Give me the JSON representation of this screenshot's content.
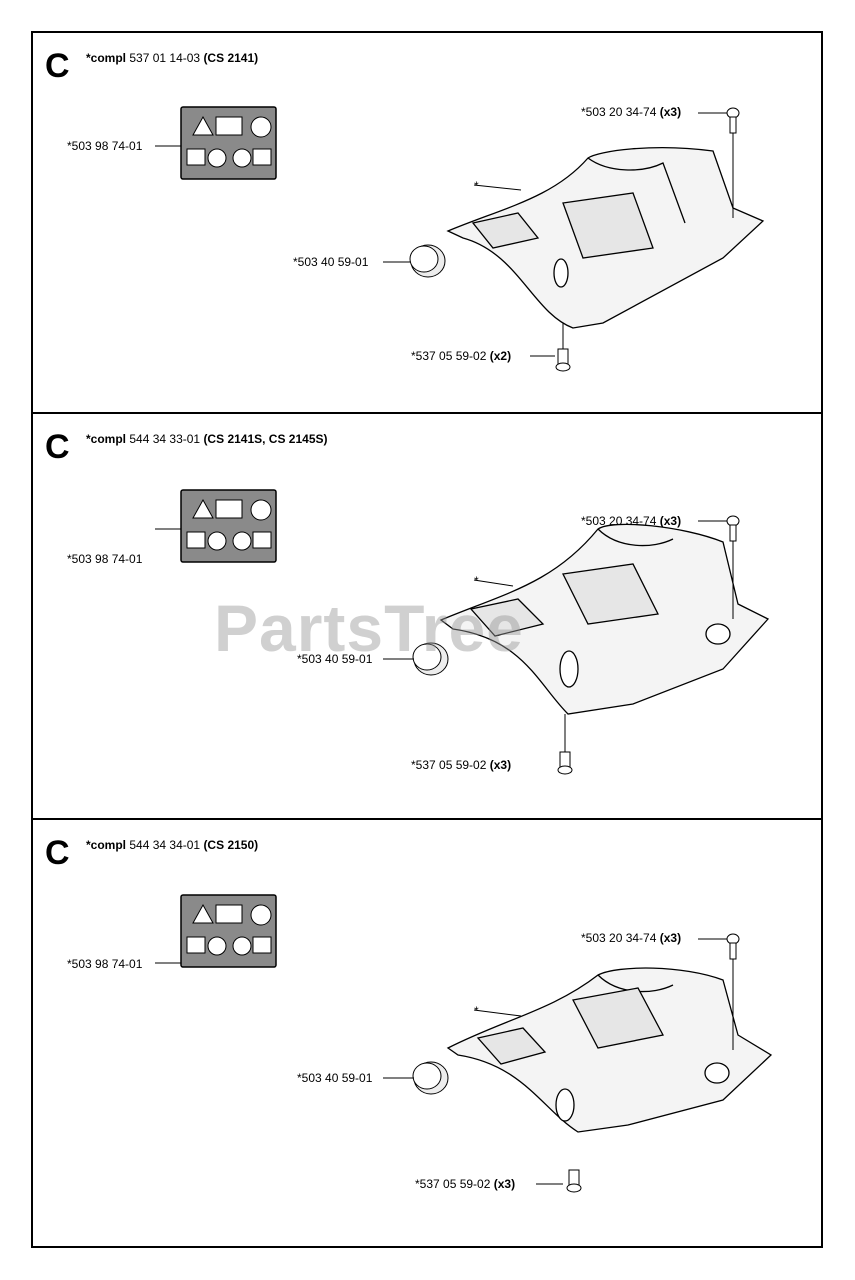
{
  "watermark": "PartsTree",
  "panels": [
    {
      "letter": "C",
      "title_prefix": "*compl",
      "part_number": "537 01 14-03",
      "models": "(CS 2141)",
      "labels": {
        "decal": "*503 98 74-01",
        "screw_top": "*503 20 34-74",
        "screw_top_qty": "(x3)",
        "cap": "*503 40 59-01",
        "screw_bottom": "*537 05 59-02",
        "screw_bottom_qty": "(x2)",
        "cover_star": "*"
      }
    },
    {
      "letter": "C",
      "title_prefix": "*compl",
      "part_number": "544 34 33-01",
      "models": "(CS 2141S, CS 2145S)",
      "labels": {
        "decal": "*503 98 74-01",
        "screw_top": "*503 20 34-74",
        "screw_top_qty": "(x3)",
        "cap": "*503 40 59-01",
        "screw_bottom": "*537 05 59-02",
        "screw_bottom_qty": "(x3)",
        "cover_star": "*"
      }
    },
    {
      "letter": "C",
      "title_prefix": "*compl",
      "part_number": "544 34 34-01",
      "models": "(CS 2150)",
      "labels": {
        "decal": "*503 98 74-01",
        "screw_top": "*503 20 34-74",
        "screw_top_qty": "(x3)",
        "cap": "*503 40 59-01",
        "screw_bottom": "*537 05 59-02",
        "screw_bottom_qty": "(x3)",
        "cover_star": "*"
      }
    }
  ]
}
